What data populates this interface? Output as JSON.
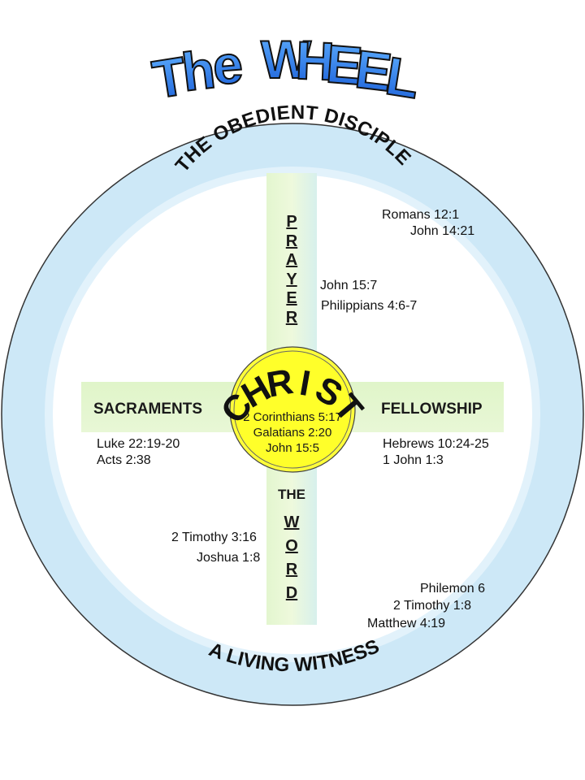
{
  "title": "The WHEEL",
  "arc_top": "THE OBEDIENT DISCIPLE",
  "arc_bottom": "A LIVING WITNESS",
  "hub": {
    "word": "CHRIST",
    "refs": [
      "2 Corinthians 5:17",
      "Galatians 2:20",
      "John 15:5"
    ]
  },
  "spokes": {
    "prayer": {
      "letters": [
        "P",
        "R",
        "A",
        "Y",
        "E",
        "R"
      ],
      "refs": [
        "John 15:7",
        "Philippians 4:6-7"
      ]
    },
    "word": {
      "prefix": "THE",
      "letters": [
        "W",
        "O",
        "R",
        "D"
      ],
      "refs": [
        "2 Timothy 3:16",
        "Joshua 1:8"
      ]
    },
    "sacraments": {
      "label": "SACRAMENTS",
      "refs": [
        "Luke 22:19-20",
        "Acts 2:38"
      ]
    },
    "fellowship": {
      "label": "FELLOWSHIP",
      "refs": [
        "Hebrews 10:24-25",
        "1 John 1:3"
      ]
    }
  },
  "rim_refs": {
    "top": [
      "Romans 12:1",
      "John 14:21"
    ],
    "bottom": [
      "Philemon 6",
      "2 Timothy 1:8",
      "Matthew 4:19"
    ]
  },
  "colors": {
    "rim": "#cde8f7",
    "spoke": "#ddf3c4",
    "hub": "#ffff2a",
    "title_fill": "#2a7ff0",
    "outline": "#222222"
  }
}
